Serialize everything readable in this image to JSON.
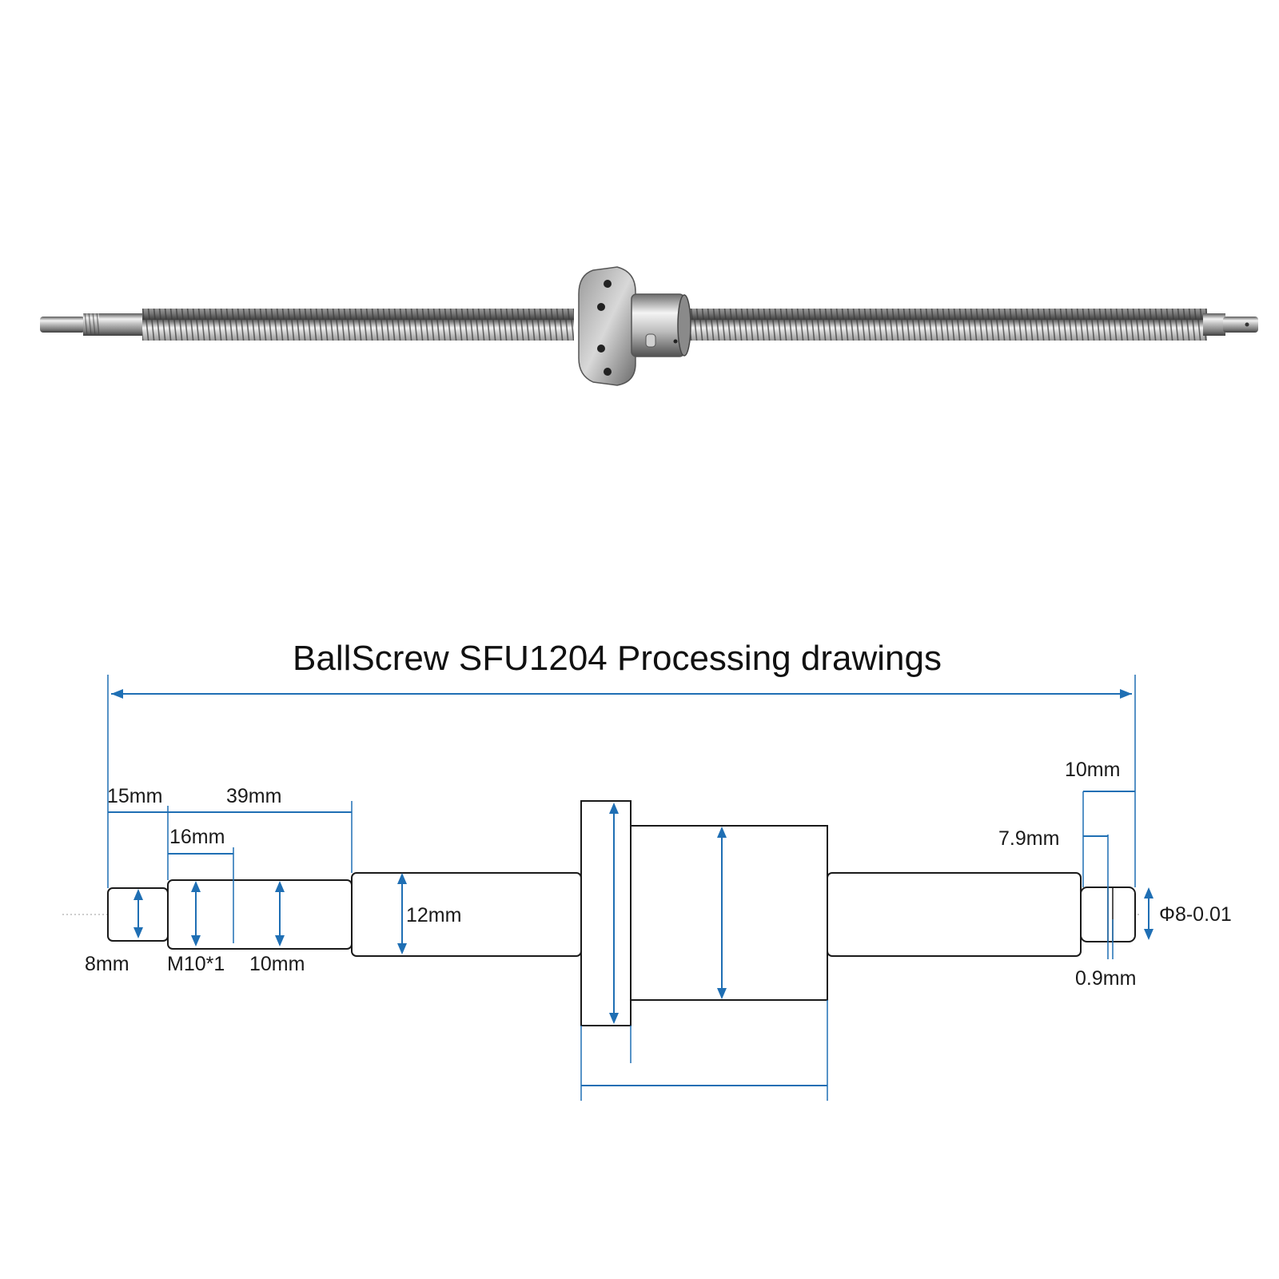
{
  "title": "BallScrew SFU1204 Processing drawings",
  "colors": {
    "dimension": "#1f6fb4",
    "outline": "#1a1a1a",
    "background": "#ffffff"
  },
  "photo": {
    "subject": "ball-screw-with-flange-nut"
  },
  "labels": {
    "len_15mm": "15mm",
    "len_39mm": "39mm",
    "len_16mm": "16mm",
    "dia_8mm": "8mm",
    "thread_m10": "M10*1",
    "dia_10mm": "10mm",
    "dia_12mm": "12mm",
    "len_10mm_right": "10mm",
    "len_7_9mm": "7.9mm",
    "groove_0_9mm": "0.9mm",
    "dia_phi8": "Φ8-0.01"
  }
}
